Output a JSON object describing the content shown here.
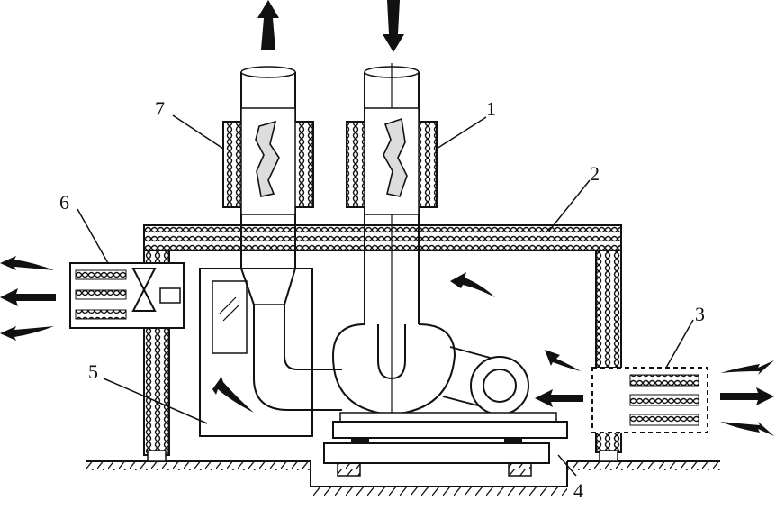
{
  "diagram": {
    "labels": [
      {
        "id": "1",
        "text": "1"
      },
      {
        "id": "2",
        "text": "2"
      },
      {
        "id": "3",
        "text": "3"
      },
      {
        "id": "4",
        "text": "4"
      },
      {
        "id": "5",
        "text": "5"
      },
      {
        "id": "6",
        "text": "6"
      },
      {
        "id": "7",
        "text": "7"
      }
    ],
    "colors": {
      "stroke": "#111111",
      "background": "#ffffff",
      "insulation": "#222222"
    },
    "icons": [
      "arrow-up-icon",
      "arrow-down-icon",
      "flow-arrow-icon",
      "fan-icon",
      "motor-icon",
      "damper-icon",
      "ground-hatch-icon"
    ]
  }
}
